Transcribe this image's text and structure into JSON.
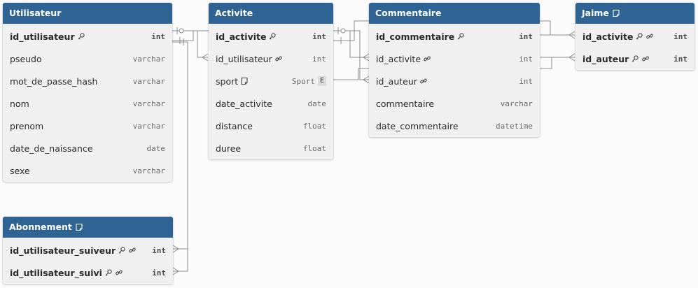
{
  "tables": {
    "utilisateur": {
      "title": "Utilisateur",
      "fields": [
        {
          "name": "id_utilisateur",
          "type": "int"
        },
        {
          "name": "pseudo",
          "type": "varchar"
        },
        {
          "name": "mot_de_passe_hash",
          "type": "varchar"
        },
        {
          "name": "nom",
          "type": "varchar"
        },
        {
          "name": "prenom",
          "type": "varchar"
        },
        {
          "name": "date_de_naissance",
          "type": "date"
        },
        {
          "name": "sexe",
          "type": "varchar"
        }
      ]
    },
    "activite": {
      "title": "Activite",
      "fields": [
        {
          "name": "id_activite",
          "type": "int"
        },
        {
          "name": "id_utilisateur",
          "type": "int"
        },
        {
          "name": "sport",
          "type": "Sport",
          "badge": "E"
        },
        {
          "name": "date_activite",
          "type": "date"
        },
        {
          "name": "distance",
          "type": "float"
        },
        {
          "name": "duree",
          "type": "float"
        }
      ]
    },
    "commentaire": {
      "title": "Commentaire",
      "fields": [
        {
          "name": "id_commentaire",
          "type": "int"
        },
        {
          "name": "id_activite",
          "type": "int"
        },
        {
          "name": "id_auteur",
          "type": "int"
        },
        {
          "name": "commentaire",
          "type": "varchar"
        },
        {
          "name": "date_commentaire",
          "type": "datetime"
        }
      ]
    },
    "jaime": {
      "title": "Jaime",
      "fields": [
        {
          "name": "id_activite",
          "type": "int"
        },
        {
          "name": "id_auteur",
          "type": "int"
        }
      ]
    },
    "abonnement": {
      "title": "Abonnement",
      "fields": [
        {
          "name": "id_utilisateur_suiveur",
          "type": "int"
        },
        {
          "name": "id_utilisateur_suivi",
          "type": "int"
        }
      ]
    }
  },
  "icons": {
    "primary_key": "key-icon",
    "foreign_key": "link-icon",
    "note": "note-icon"
  },
  "colors": {
    "header": "#2e6394",
    "table_body": "#f0f0f0",
    "connector": "#8c8c8c"
  }
}
